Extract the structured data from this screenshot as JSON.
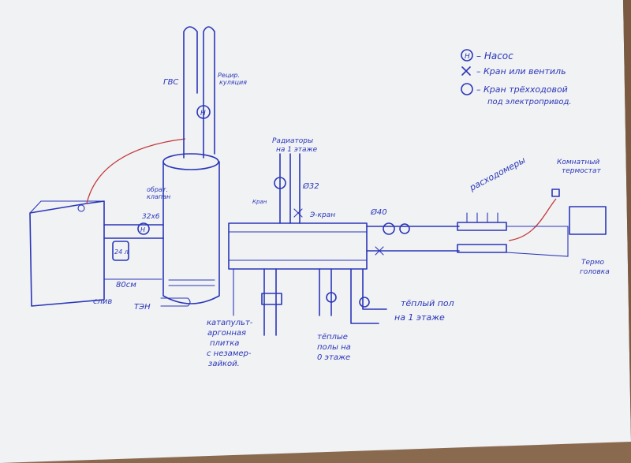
{
  "legend": {
    "pump": "– Насос",
    "valve": "– Кран или вентиль",
    "three_way_valve_line1": "– Кран трёхходовой",
    "three_way_valve_line2": "под электропривод."
  },
  "labels": {
    "gvs": "ГВС",
    "recirc_line1": "Рецир.",
    "recirc_line2": "куляция",
    "radiators_line1": "Радиаторы",
    "radiators_line2": "на 1 этаже",
    "d32": "Ø32",
    "kran": "Кран",
    "e_kran": "Э-кран",
    "d40": "Ø40",
    "obr_klapan_line1": "обрат.",
    "obr_klapan_line2": "клапан",
    "d32x6": "32х6",
    "tank24": "24 л",
    "sliv": "слив",
    "cm80": "80см",
    "ten": "ТЭН",
    "rashodomery": "расходомеры",
    "komnatny_line1": "Комнатный",
    "komnatny_line2": "термостат",
    "termo_line1": "Термо",
    "termo_line2": "головка",
    "warm_floor_1_line1": "тёплый пол",
    "warm_floor_1_line2": "на 1 этаже",
    "warm_floor_0_line1": "тёплые",
    "warm_floor_0_line2": "полы на",
    "warm_floor_0_line3": "0 этаже",
    "katapult_line1": "катапульт-",
    "katapult_line2": "аргонная",
    "katapult_line3": "плитка",
    "katapult_line4": "с незамер-",
    "katapult_line5": "зайкой."
  },
  "colors": {
    "ink": "#2a36b8",
    "paper": "#f2f3f5",
    "table": "#8a6a4f",
    "red_wire": "#c43a3a"
  }
}
